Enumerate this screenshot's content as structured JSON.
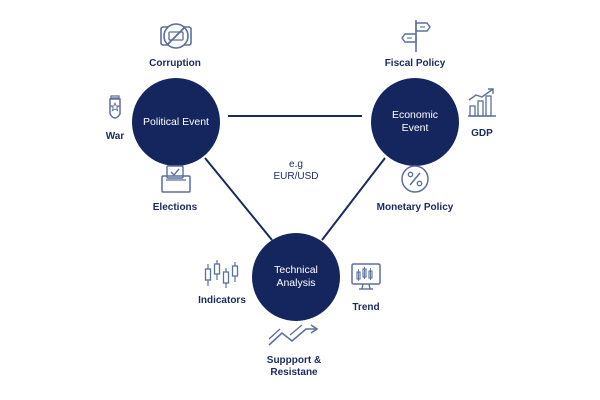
{
  "nodes": {
    "political": "Political Event",
    "economic": "Economic Event",
    "technical": "Technical Analysis"
  },
  "center": {
    "prefix": "e.g",
    "pair": "EUR/USD"
  },
  "factors": {
    "corruption": "Corruption",
    "war": "War",
    "elections": "Elections",
    "fiscal_policy": "Fiscal Policy",
    "gdp": "GDP",
    "monetary_policy": "Monetary Policy",
    "indicators": "Indicators",
    "trend": "Trend",
    "support_resistance_1": "Suppport &",
    "support_resistance_2": "Resistane"
  },
  "colors": {
    "node": "#15265e",
    "line": "#1b2a5e",
    "icon": "#5a6f9e"
  },
  "icons": {
    "corruption": "no-money-icon",
    "war": "bomb-icon",
    "elections": "ballot-box-icon",
    "fiscal_policy": "signpost-icon",
    "gdp": "bar-chart-growth-icon",
    "monetary_policy": "percent-icon",
    "indicators": "candlestick-icon",
    "trend": "monitor-chart-icon",
    "support_resistance": "zigzag-arrows-icon"
  }
}
